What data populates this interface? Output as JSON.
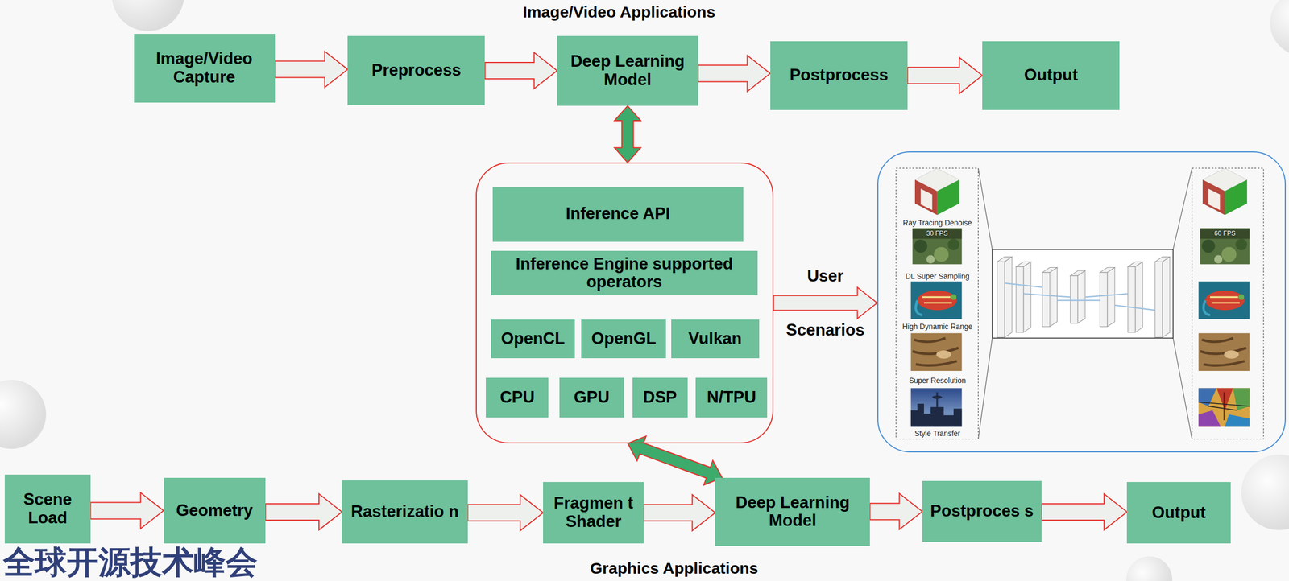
{
  "diagram": {
    "nodes": [
      {
        "text": [
          "Image/Video Capture"
        ]
      },
      {
        "text": [
          "Preprocess"
        ]
      },
      {
        "text": [
          "Deep Learning Model"
        ]
      },
      {
        "text": [
          "Postprocess"
        ]
      },
      {
        "text": [
          "Output"
        ]
      },
      {
        "text": []
      },
      {
        "text": [
          "Inference API"
        ],
        "in": 5
      },
      {
        "text": [
          "Inference Engine supported operators"
        ],
        "in": 5
      },
      {
        "text": [
          "OpenCL"
        ],
        "in": 5
      },
      {
        "text": [
          "OpenGL"
        ],
        "in": 5
      },
      {
        "text": [
          "Vulkan"
        ],
        "in": 5
      },
      {
        "text": [
          "CPU"
        ],
        "in": 5
      },
      {
        "text": [
          "GPU"
        ],
        "in": 5
      },
      {
        "text": [
          "DSP"
        ],
        "in": 5
      },
      {
        "text": [
          "N/TPU"
        ],
        "in": 5
      },
      {
        "text": [
          "Ray Tracing Denoise",
          "DL Super Sampling",
          "High Dynamic Range",
          "Super Resolution",
          "Style Transfer"
        ]
      },
      {
        "text": [
          "Scene Load"
        ]
      },
      {
        "text": [
          "Geometry"
        ]
      },
      {
        "text": [
          "Rasterizatio n"
        ]
      },
      {
        "text": [
          "Fragmen t Shader"
        ]
      },
      {
        "text": [
          "Deep Learning Model"
        ]
      },
      {
        "text": [
          "Postproces s"
        ]
      },
      {
        "text": [
          "Output"
        ]
      }
    ],
    "edges": [
      {
        "from": 0,
        "to": 1,
        "arrow": "to"
      },
      {
        "from": 1,
        "to": 2,
        "arrow": "to"
      },
      {
        "from": 2,
        "to": 3,
        "arrow": "to"
      },
      {
        "from": 3,
        "to": 4,
        "arrow": "to"
      },
      {
        "from": 2,
        "to": 5,
        "arrow": "both"
      },
      {
        "from": 5,
        "to": 15,
        "label": "User Scenarios",
        "arrow": "to"
      },
      {
        "from": 5,
        "to": 20,
        "arrow": "both"
      },
      {
        "from": 16,
        "to": 17,
        "arrow": "to"
      },
      {
        "from": 17,
        "to": 18,
        "arrow": "to"
      },
      {
        "from": 18,
        "to": 19,
        "arrow": "to"
      },
      {
        "from": 19,
        "to": 20,
        "arrow": "to"
      },
      {
        "from": 20,
        "to": 21,
        "arrow": "to"
      },
      {
        "from": 21,
        "to": 22,
        "arrow": "to"
      }
    ],
    "labels": [
      "Image/Video Applications",
      "30 FPS",
      "60 FPS",
      "Graphics Applications",
      "全球开源技术峰会"
    ]
  }
}
